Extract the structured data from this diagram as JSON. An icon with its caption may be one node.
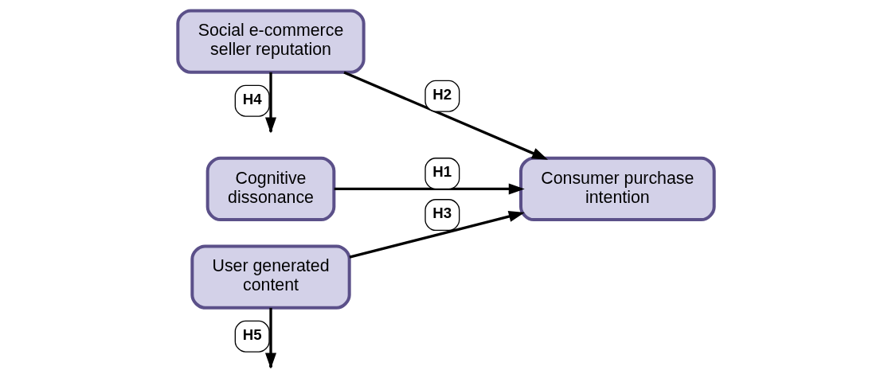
{
  "diagram": {
    "nodes": [
      {
        "text": [
          "Social e-commerce seller reputation"
        ]
      },
      {
        "text": [
          "Cognitive dissonance"
        ]
      },
      {
        "text": [
          "Consumer purchase intention"
        ]
      },
      {
        "text": [
          "User generated content"
        ]
      }
    ],
    "edges": [
      {
        "from": 1,
        "to": 2,
        "arrow": "to",
        "label": "H1"
      },
      {
        "from": 0,
        "to": 2,
        "arrow": "to",
        "label": "H2"
      },
      {
        "from": 3,
        "to": 2,
        "arrow": "to",
        "label": "H3"
      },
      {
        "from": 0,
        "to": null,
        "arrow": "to",
        "label": "H4"
      },
      {
        "from": 3,
        "to": null,
        "arrow": "to",
        "label": "H5"
      }
    ]
  }
}
